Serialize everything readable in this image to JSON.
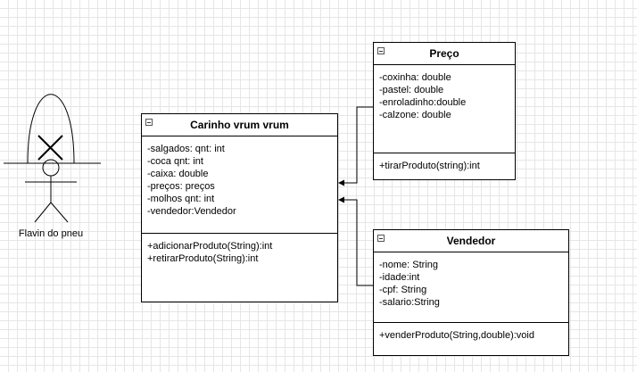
{
  "actor": {
    "label": "Flavin do pneu"
  },
  "classes": {
    "carrinho": {
      "name": "Carinho vrum vrum",
      "attributes": [
        "-salgados: qnt: int",
        "-coca qnt: int",
        "-caixa: double",
        "-preços: preços",
        "-molhos qnt: int",
        "-vendedor:Vendedor"
      ],
      "operations": [
        "+adicionarProduto(String):int",
        "+retirarProduto(String):int"
      ]
    },
    "preco": {
      "name": "Preço",
      "attributes": [
        "-coxinha: double",
        "-pastel: double",
        "-enroladinho:double",
        "-calzone: double"
      ],
      "operations": [
        "+tirarProduto(string):int"
      ]
    },
    "vendedor": {
      "name": "Vendedor",
      "attributes": [
        "-nome: String",
        "-idade:int",
        "-cpf: String",
        "-salario:String"
      ],
      "operations": [
        "+venderProduto(String,double):void"
      ]
    }
  }
}
